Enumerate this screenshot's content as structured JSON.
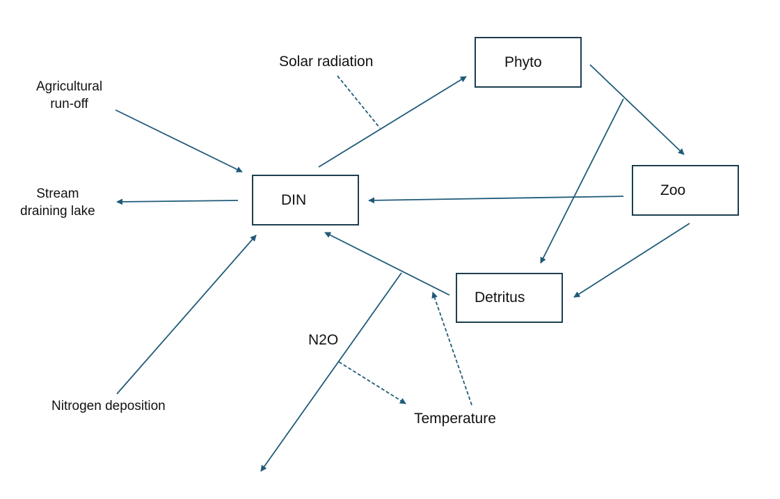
{
  "nodes": {
    "din": "DIN",
    "phyto": "Phyto",
    "zoo": "Zoo",
    "detritus": "Detritus"
  },
  "labels": {
    "solar": "Solar radiation",
    "agri_line1": "Agricultural",
    "agri_line2": "run-off",
    "stream_line1": "Stream",
    "stream_line2": "draining lake",
    "deposition": "Nitrogen deposition",
    "n2o": "N2O",
    "temperature": "Temperature"
  },
  "colors": {
    "arrow": "#1f5a78",
    "box_border": "#1c3d4f",
    "text": "#111111"
  }
}
